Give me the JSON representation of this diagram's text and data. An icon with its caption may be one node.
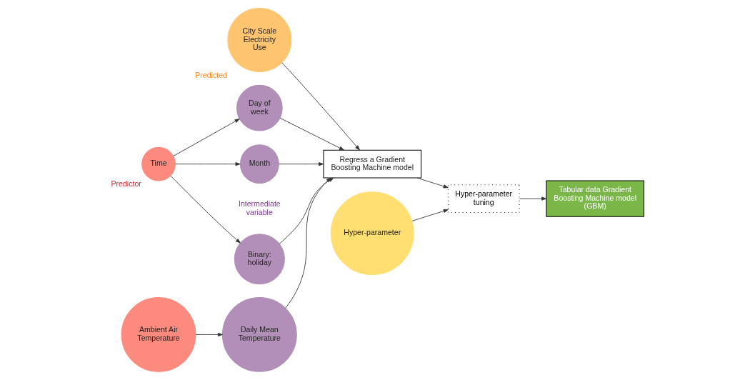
{
  "diagram": {
    "nodes": [
      {
        "text": [
          "City Scale Electricity Use"
        ],
        "beside": [
          "Predicted"
        ]
      },
      {
        "text": [
          "Regress a Gradient Boosting Machine model"
        ]
      },
      {
        "text": [
          "Binary: holiday"
        ]
      },
      {
        "text": [
          "Time"
        ],
        "beside": [
          "Predictor"
        ]
      },
      {
        "text": [
          "Day of week"
        ]
      },
      {
        "text": [
          "Month"
        ]
      },
      {
        "text": [
          "Ambient Air Temperature"
        ]
      },
      {
        "text": [
          "Daily Mean Temperature"
        ]
      },
      {
        "text": [
          "Hyper-parameter tuning"
        ]
      },
      {
        "text": [
          "Tabular data Gradient Boosting Machine model (GBM)"
        ]
      },
      {
        "text": [
          "Hyper-parameter"
        ]
      }
    ],
    "edges": [
      {
        "from": 0,
        "to": 1,
        "arrow": "to"
      },
      {
        "from": 3,
        "to": 2,
        "arrow": "to"
      },
      {
        "from": 3,
        "to": 4,
        "arrow": "to"
      },
      {
        "from": 3,
        "to": 5,
        "arrow": "to"
      },
      {
        "from": 2,
        "to": 1,
        "arrow": "to"
      },
      {
        "from": 4,
        "to": 1,
        "arrow": "to"
      },
      {
        "from": 5,
        "to": 1,
        "arrow": "to"
      },
      {
        "from": 6,
        "to": 7,
        "arrow": "to"
      },
      {
        "from": 7,
        "to": 1,
        "arrow": "to"
      },
      {
        "from": 1,
        "to": 8,
        "arrow": "to"
      },
      {
        "from": 10,
        "to": 8,
        "arrow": "to"
      },
      {
        "from": 8,
        "to": 9,
        "arrow": "to"
      }
    ],
    "labels": [
      "Intermediate variable"
    ]
  }
}
